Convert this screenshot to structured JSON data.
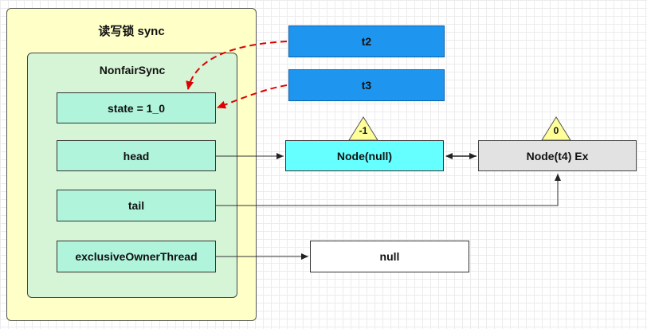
{
  "diagram": {
    "outer_title": "读写锁 sync",
    "inner_title": "NonfairSync",
    "fields": {
      "state": "state = 1_0",
      "head": "head",
      "tail": "tail",
      "owner": "exclusiveOwnerThread"
    },
    "threads": {
      "t2": "t2",
      "t3": "t3"
    },
    "nodes": {
      "head_node": "Node(null)",
      "tail_node": "Node(t4) Ex",
      "owner_node": "null"
    },
    "wait_status": {
      "head_node": "-1",
      "tail_node": "0"
    },
    "colors": {
      "outer_bg": "#ffffc8",
      "inner_bg": "#d6f5d6",
      "field_bg": "#b0f4dc",
      "thread_bg": "#1e96f0",
      "head_node_bg": "#66ffff",
      "tail_node_bg": "#e2e2e2",
      "triangle_bg": "#ffff99",
      "dashed_arrow": "#e00000"
    }
  }
}
